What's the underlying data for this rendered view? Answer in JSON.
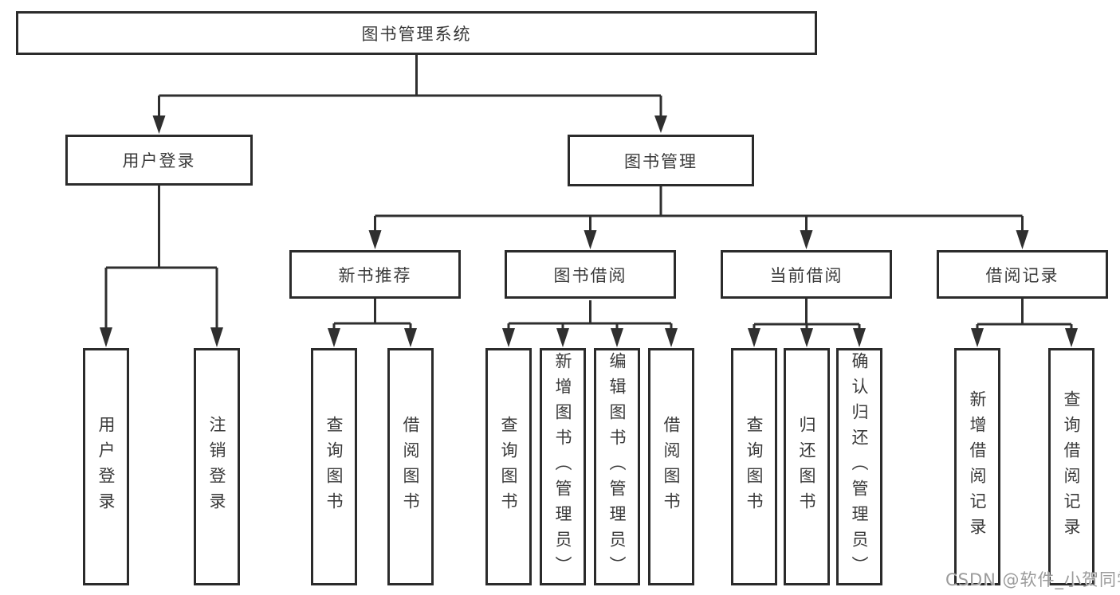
{
  "tree": {
    "label": "图书管理系统",
    "children": [
      {
        "label": "用户登录",
        "children": [
          {
            "label": "用户登录"
          },
          {
            "label": "注销登录"
          }
        ]
      },
      {
        "label": "图书管理",
        "children": [
          {
            "label": "新书推荐",
            "children": [
              {
                "label": "查询图书"
              },
              {
                "label": "借阅图书"
              }
            ]
          },
          {
            "label": "图书借阅",
            "children": [
              {
                "label": "查询图书"
              },
              {
                "label": "新增图书（管理员）"
              },
              {
                "label": "编辑图书（管理员）"
              },
              {
                "label": "借阅图书"
              }
            ]
          },
          {
            "label": "当前借阅",
            "children": [
              {
                "label": "查询图书"
              },
              {
                "label": "归还图书"
              },
              {
                "label": "确认归还（管理员）"
              }
            ]
          },
          {
            "label": "借阅记录",
            "children": [
              {
                "label": "新增借阅记录"
              },
              {
                "label": "查询借阅记录"
              }
            ]
          }
        ]
      }
    ]
  },
  "watermark": {
    "text": "CSDN @软件_小贺同学"
  },
  "colors": {
    "line": "#2f2f2f",
    "box_border": "#2b2b2b",
    "text": "#3a3a3a",
    "watermark": "#9b9b9b",
    "background": "#ffffff"
  }
}
